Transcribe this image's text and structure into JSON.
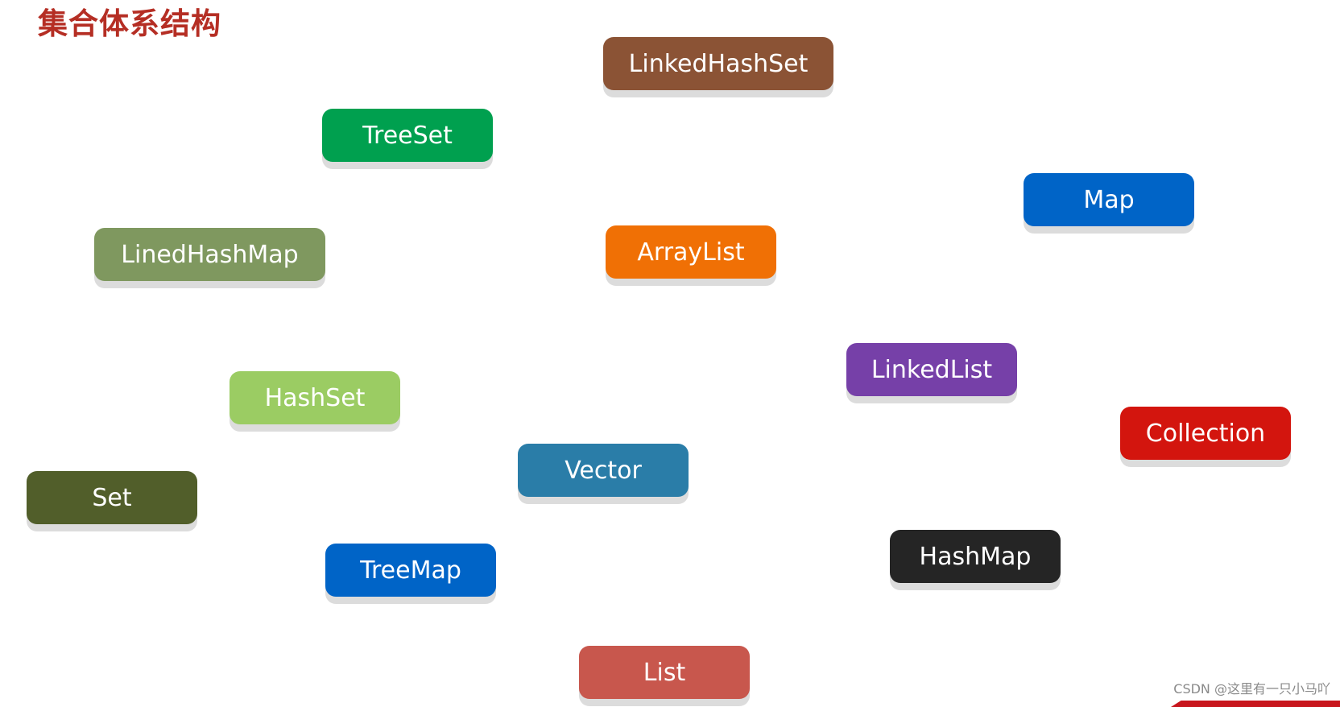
{
  "title": "集合体系结构",
  "nodes": [
    {
      "id": "linkedhashset",
      "label": "LinkedHashSet",
      "color": "#8b5335"
    },
    {
      "id": "treeset",
      "label": "TreeSet",
      "color": "#00a04f"
    },
    {
      "id": "map",
      "label": "Map",
      "color": "#0064c7"
    },
    {
      "id": "linedhashmap",
      "label": "LinedHashMap",
      "color": "#7f985f"
    },
    {
      "id": "arraylist",
      "label": "ArrayList",
      "color": "#f07005"
    },
    {
      "id": "linkedlist",
      "label": "LinkedList",
      "color": "#7640a8"
    },
    {
      "id": "hashset",
      "label": "HashSet",
      "color": "#9bcc63"
    },
    {
      "id": "collection",
      "label": "Collection",
      "color": "#d3150e"
    },
    {
      "id": "vector",
      "label": "Vector",
      "color": "#2a7da8"
    },
    {
      "id": "set",
      "label": "Set",
      "color": "#515e2a"
    },
    {
      "id": "treemap",
      "label": "TreeMap",
      "color": "#0064c7"
    },
    {
      "id": "hashmap",
      "label": "HashMap",
      "color": "#252525"
    },
    {
      "id": "list",
      "label": "List",
      "color": "#c8574d"
    }
  ],
  "watermark": "CSDN @这里有一只小马吖"
}
